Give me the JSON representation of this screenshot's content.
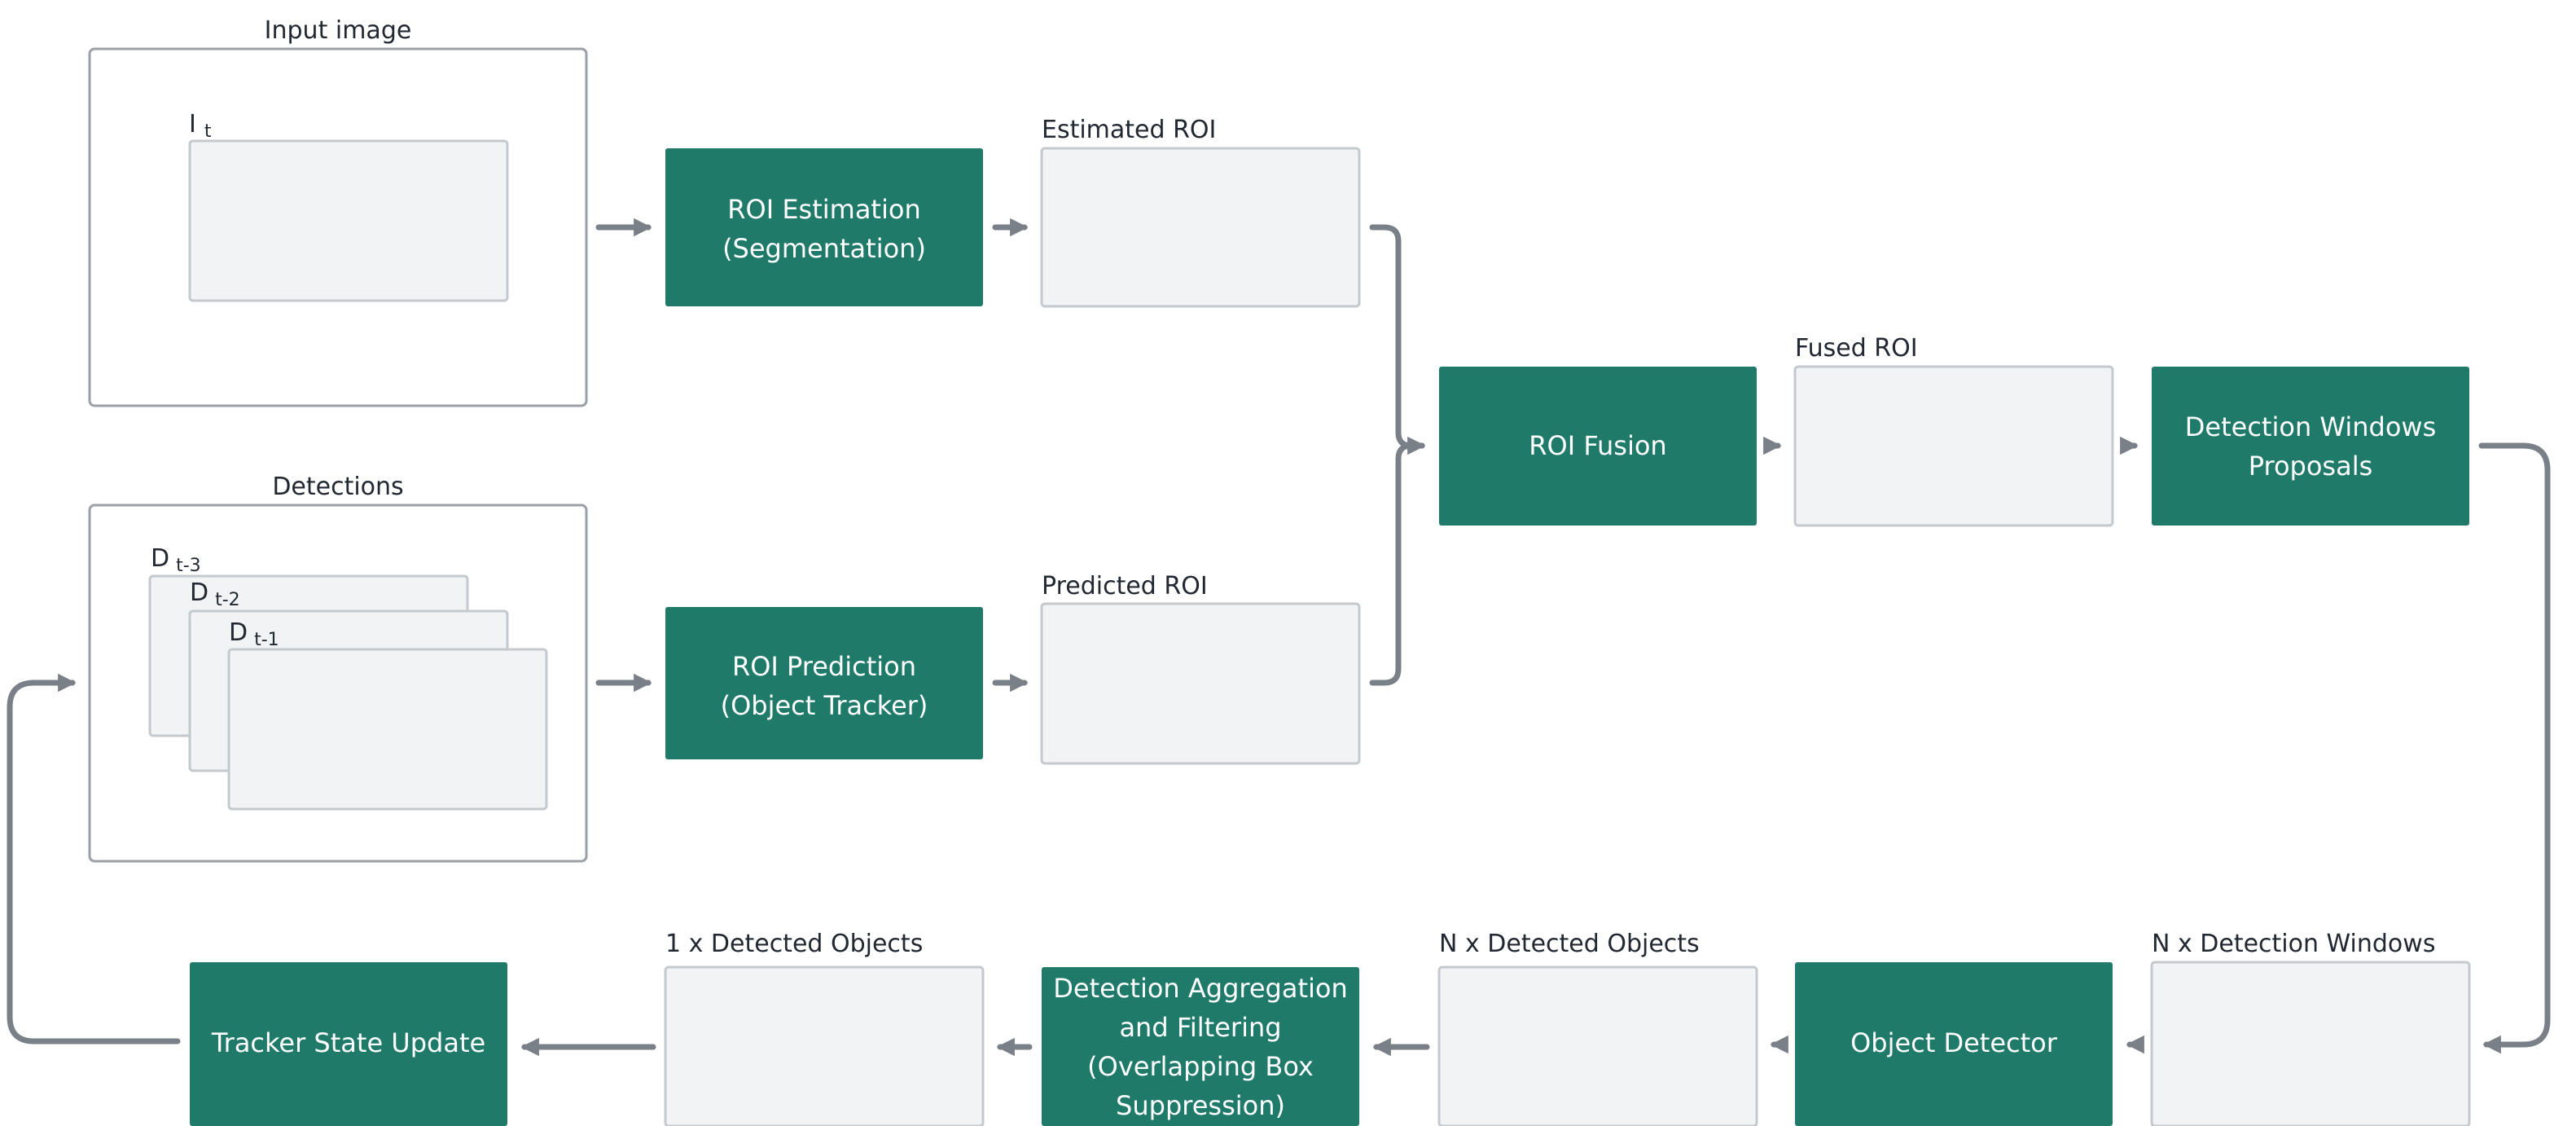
{
  "input_image": {
    "title": "Input image",
    "frame_main": "I",
    "frame_sub": "t"
  },
  "detections": {
    "title": "Detections",
    "frames": [
      {
        "main": "D",
        "sub": "t-3"
      },
      {
        "main": "D",
        "sub": "t-2"
      },
      {
        "main": "D",
        "sub": "t-1"
      }
    ]
  },
  "roi_estimation": {
    "line1": "ROI Estimation",
    "line2": "(Segmentation)"
  },
  "roi_prediction": {
    "line1": "ROI Prediction",
    "line2": "(Object Tracker)"
  },
  "estimated_roi": {
    "title": "Estimated ROI"
  },
  "predicted_roi": {
    "title": "Predicted ROI"
  },
  "roi_fusion": {
    "label": "ROI Fusion"
  },
  "fused_roi": {
    "title": "Fused ROI"
  },
  "detection_windows_proposals": {
    "line1": "Detection Windows",
    "line2": "Proposals"
  },
  "n_detection_windows": {
    "title": "N x Detection Windows"
  },
  "object_detector": {
    "label": "Object Detector"
  },
  "n_detected_objects": {
    "title": "N x Detected Objects"
  },
  "detection_aggregation": {
    "line1": "Detection Aggregation",
    "line2": "and Filtering",
    "line3": "(Overlapping Box",
    "line4": "Suppression)"
  },
  "one_detected_objects": {
    "title": "1 x Detected Objects"
  },
  "tracker_state_update": {
    "label": "Tracker State Update"
  },
  "colors": {
    "process": "#1f7a6a",
    "connector": "#7a8087",
    "slot_fill": "#f1f3f5"
  }
}
